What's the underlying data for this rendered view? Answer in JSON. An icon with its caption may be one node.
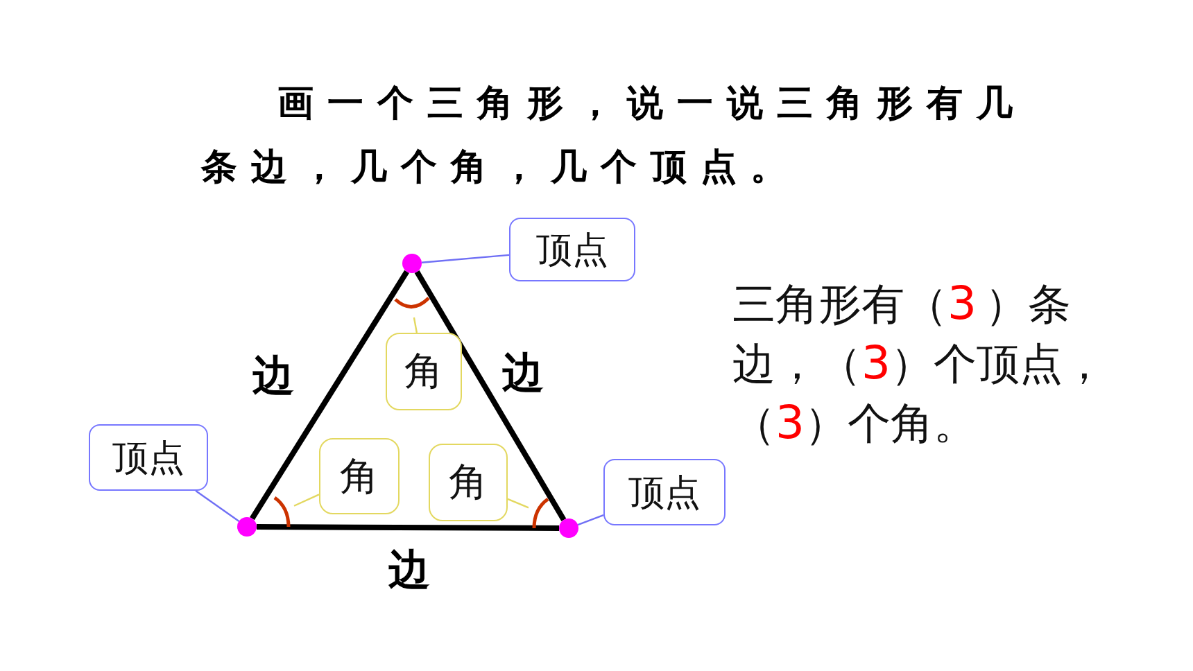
{
  "diagram": {
    "title": "画一个三角形，说一说三角形有几条边，几个角，几个顶点。",
    "nodes": [
      {
        "text": [],
        "shape": "circle"
      },
      {
        "text": [],
        "shape": "circle"
      },
      {
        "text": [],
        "shape": "circle"
      },
      {
        "text": [
          "顶点"
        ]
      },
      {
        "text": [
          "顶点"
        ]
      },
      {
        "text": [
          "顶点"
        ]
      },
      {
        "text": [
          "角"
        ]
      },
      {
        "text": [
          "角"
        ]
      },
      {
        "text": [
          "角"
        ]
      },
      {
        "text": [],
        "shape": "arc"
      },
      {
        "text": [],
        "shape": "arc"
      },
      {
        "text": [],
        "shape": "arc"
      }
    ],
    "edges": [
      {
        "from": 0,
        "to": 1,
        "arrow": "none",
        "style": "thick",
        "label": "边"
      },
      {
        "from": 0,
        "to": 2,
        "arrow": "none",
        "style": "thick",
        "label": "边"
      },
      {
        "from": 1,
        "to": 2,
        "arrow": "none",
        "style": "thick",
        "label": "边"
      },
      {
        "from": 3,
        "to": 0,
        "arrow": "none",
        "color": "#6f6ff5"
      },
      {
        "from": 4,
        "to": 1,
        "arrow": "none",
        "color": "#6f6ff5"
      },
      {
        "from": 5,
        "to": 2,
        "arrow": "none",
        "color": "#6f6ff5"
      },
      {
        "from": 6,
        "to": 9,
        "arrow": "none",
        "color": "#e3d860"
      },
      {
        "from": 7,
        "to": 10,
        "arrow": "none",
        "color": "#e3d860"
      },
      {
        "from": 8,
        "to": 11,
        "arrow": "none",
        "color": "#e3d860"
      }
    ],
    "labels": [
      "三角形有（3）条边，（3）个顶点，（3）个角。"
    ]
  }
}
